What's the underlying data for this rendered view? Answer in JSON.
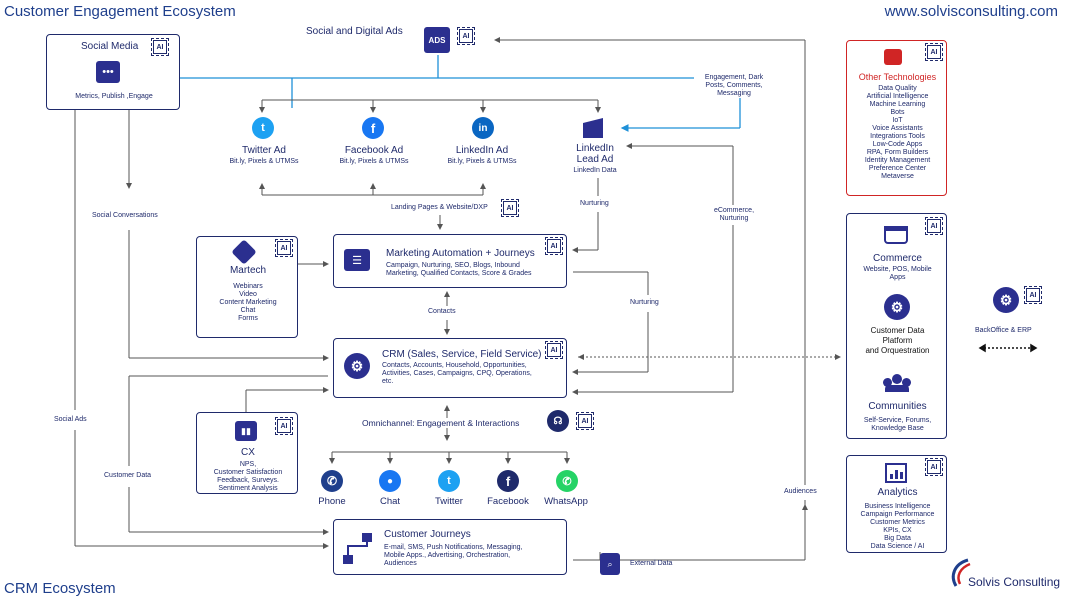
{
  "header": {
    "title": "Customer Engagement Ecosystem",
    "url": "www.solvisconsulting.com",
    "footer": "CRM Ecosystem",
    "brand": "Solvis Consulting"
  },
  "ai_label": "AI",
  "social_media": {
    "title": "Social Media",
    "sub": "Metrics, Publish ,Engage"
  },
  "ads": {
    "title": "Social and Digital Ads",
    "icon_text": "ADS"
  },
  "engagement_note": [
    "Engagement, Dark",
    "Posts, Comments,",
    "Messaging"
  ],
  "ad_channels": [
    {
      "name": "Twitter Ad",
      "sub": "Bit.ly, Pixels & UTMSs"
    },
    {
      "name": "Facebook Ad",
      "sub": "Bit.ly, Pixels & UTMSs"
    },
    {
      "name": "LinkedIn Ad",
      "sub": "Bit.ly, Pixels & UTMSs"
    }
  ],
  "linkedin_lead": {
    "title1": "LinkedIn",
    "title2": "Lead Ad",
    "sub": "LinkedIn Data"
  },
  "landing": "Landing Pages & Website/DXP",
  "nurturing1": "Nurturing",
  "nurturing2": "Nurturing",
  "ecommerce": [
    "eCommerce,",
    "Nurturing"
  ],
  "social_conversations": "Social Conversations",
  "social_ads": "Social Ads",
  "customer_data": "Customer Data",
  "audiences": "Audiences",
  "contacts": "Contacts",
  "external_data": "External Data",
  "martech": {
    "title": "Martech",
    "items": [
      "Webinars",
      "Video",
      "Content Marketing",
      "Chat",
      "Forms"
    ]
  },
  "marketing_automation": {
    "title": "Marketing Automation + Journeys",
    "desc": [
      "Campaign, Nurturing, SEO, Blogs, Inbound",
      "Marketing, Qualified Contacts, Score & Grades"
    ]
  },
  "crm": {
    "title": "CRM (Sales, Service, Field Service)",
    "desc": [
      "Contacts, Accounts, Household, Opportunities,",
      "Activities, Cases, Campaigns, CPQ, Operations,",
      "etc."
    ]
  },
  "omnichannel": "Omnichannel: Engagement & Interactions",
  "cx": {
    "title": "CX",
    "items": [
      "NPS,",
      "Customer Satisfaction",
      "Feedback, Surveys.",
      "Sentiment Analysis"
    ]
  },
  "channels": [
    "Phone",
    "Chat",
    "Twitter",
    "Facebook",
    "WhatsApp"
  ],
  "customer_journeys": {
    "title": "Customer Journeys",
    "desc": [
      "E-mail, SMS, Push Notifications, Messaging,",
      "Mobile Apps., Advertising, Orchestration,",
      "Audiences"
    ]
  },
  "other_tech": {
    "title": "Other Technologies",
    "items": [
      "Data Quality",
      "Artificial Intelligence",
      "Machine Learning",
      "Bots",
      "IoT",
      "Voice Assistants",
      "Integrations Tools",
      "Low-Code Apps",
      "RPA, Form Builders",
      "Identity Management",
      "Preference Center",
      "Metaverse"
    ]
  },
  "commerce": {
    "title": "Commerce",
    "sub": [
      "Website, POS, Mobile",
      "Apps"
    ]
  },
  "cdp": {
    "title": [
      "Customer Data",
      "Platform",
      "and Orquestration"
    ]
  },
  "communities": {
    "title": "Communities",
    "sub": [
      "Self-Service, Forums,",
      "Knowledge Base"
    ]
  },
  "backoffice": "BackOffice & ERP",
  "analytics": {
    "title": "Analytics",
    "items": [
      "Business Intelligence",
      "Campaign Performance",
      "Customer Metrics",
      "KPIs, CX",
      "Big Data",
      "Data Science / AI"
    ]
  },
  "colors": {
    "navy": "#1f2a6b",
    "blue_line": "#1e90d8",
    "red": "#d02525",
    "twitter": "#1da1f2",
    "facebook": "#1877f2",
    "linkedin": "#0a66c2",
    "whatsapp": "#25d366"
  }
}
